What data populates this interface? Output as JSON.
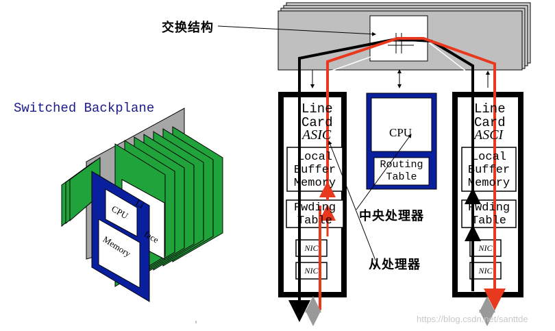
{
  "labels": {
    "switch_fabric": "交换结构",
    "switched_backplane": "Switched Backplane",
    "central_processor": "中央处理器",
    "slave_processor": "从处理器",
    "watermark": "https://blog.csdn.net/santtde"
  },
  "left_card": {
    "line1": "Line",
    "line2": "Card",
    "asic": "ASIC",
    "buffer_lines": [
      "Local",
      "Buffer",
      "Memory"
    ],
    "fwd_lines": [
      "Fwding",
      "Table"
    ],
    "nic1": "NIC",
    "nic2": "NIC"
  },
  "right_card": {
    "line1": "Line",
    "line2": "Card",
    "asic": "ASCI",
    "buffer_lines": [
      "Local",
      "Buffer",
      "Memory"
    ],
    "fwd_lines": [
      "Fwding",
      "Table"
    ],
    "nic1": "NIC",
    "nic2": "NIC"
  },
  "cpu_card": {
    "cpu": "CPU",
    "routing_lines": [
      "Routing",
      "Table"
    ]
  },
  "backplane_card": {
    "cpu": "CPU",
    "memory": "Memory",
    "interface_fragment_1": "Li",
    "interface_fragment_2": "face"
  },
  "colors": {
    "blue": "#0a1f9e",
    "green": "#1fa33a",
    "red": "#e8391f",
    "gray_fabric": "#c8c8c8"
  }
}
